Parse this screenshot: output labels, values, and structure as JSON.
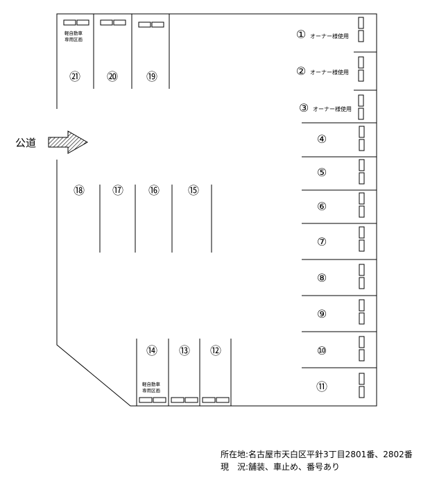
{
  "road_label": "公道",
  "compact_car_label_line1": "軽自動車",
  "compact_car_label_line2": "専用区画",
  "owner_label": "オーナー様使用",
  "spaces": [
    {
      "number": "1",
      "glyph": "①"
    },
    {
      "number": "2",
      "glyph": "②"
    },
    {
      "number": "3",
      "glyph": "③"
    },
    {
      "number": "4",
      "glyph": "④"
    },
    {
      "number": "5",
      "glyph": "⑤"
    },
    {
      "number": "6",
      "glyph": "⑥"
    },
    {
      "number": "7",
      "glyph": "⑦"
    },
    {
      "number": "8",
      "glyph": "⑧"
    },
    {
      "number": "9",
      "glyph": "⑨"
    },
    {
      "number": "10",
      "glyph": "⑩"
    },
    {
      "number": "11",
      "glyph": "⑪"
    },
    {
      "number": "12",
      "glyph": "⑫"
    },
    {
      "number": "13",
      "glyph": "⑬"
    },
    {
      "number": "14",
      "glyph": "⑭"
    },
    {
      "number": "15",
      "glyph": "⑮"
    },
    {
      "number": "16",
      "glyph": "⑯"
    },
    {
      "number": "17",
      "glyph": "⑰"
    },
    {
      "number": "18",
      "glyph": "⑱"
    },
    {
      "number": "19",
      "glyph": "⑲"
    },
    {
      "number": "20",
      "glyph": "⑳"
    },
    {
      "number": "21",
      "glyph": "㉑"
    }
  ],
  "address_line": "所在地:名古屋市天白区平針3丁目2801番、2802番",
  "condition_line": "現　況:舗装、車止め、番号あり"
}
